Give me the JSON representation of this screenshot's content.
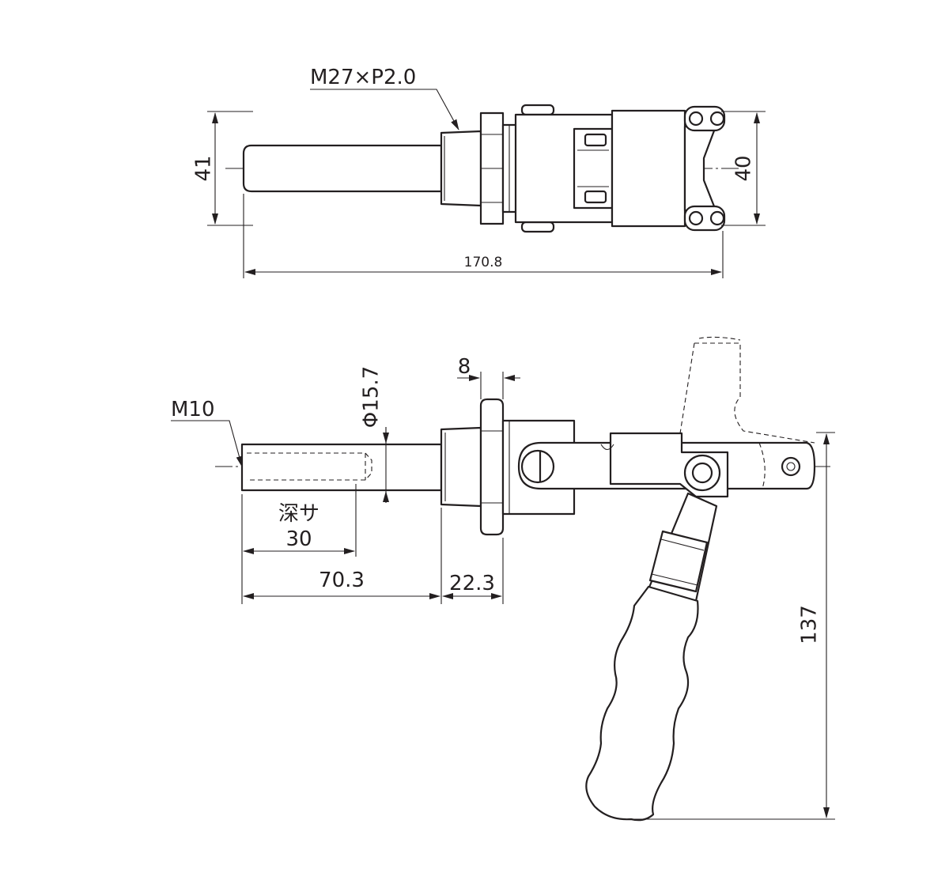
{
  "top_view": {
    "thread_label": "M27×P2.0",
    "height_left": "41",
    "height_right": "40",
    "overall_length": "170.8"
  },
  "side_view": {
    "thread_label": "M10",
    "diameter_label": "Φ15.7",
    "nut_width": "8",
    "depth_label": "深サ",
    "depth_value": "30",
    "plunger_length": "70.3",
    "body_length": "22.3",
    "height": "137"
  }
}
